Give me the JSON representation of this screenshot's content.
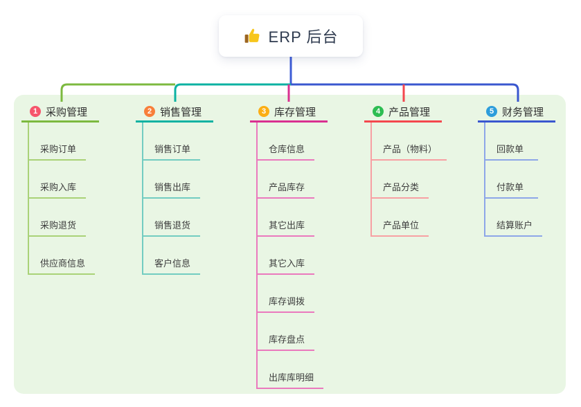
{
  "root": {
    "label": "ERP 后台",
    "icon": "thumbs-up"
  },
  "branches": [
    {
      "number": "1",
      "label": "采购管理",
      "badge_color": "#f6556b",
      "line_color": "#7cb93f",
      "child_line_color": "#a9d277",
      "children": [
        "采购订单",
        "采购入库",
        "采购退货",
        "供应商信息"
      ]
    },
    {
      "number": "2",
      "label": "销售管理",
      "badge_color": "#f87f3a",
      "line_color": "#0cb2a2",
      "child_line_color": "#72ccc1",
      "children": [
        "销售订单",
        "销售出库",
        "销售退货",
        "客户信息"
      ]
    },
    {
      "number": "3",
      "label": "库存管理",
      "badge_color": "#fcae14",
      "line_color": "#d93090",
      "child_line_color": "#ea79bd",
      "children": [
        "仓库信息",
        "产品库存",
        "其它出库",
        "其它入库",
        "库存调拨",
        "库存盘点",
        "出库库明细"
      ]
    },
    {
      "number": "4",
      "label": "产品管理",
      "badge_color": "#2dbd52",
      "line_color": "#f4474e",
      "child_line_color": "#f7a0a3",
      "children": [
        "产品（物料）",
        "产品分类",
        "产品单位"
      ]
    },
    {
      "number": "5",
      "label": "财务管理",
      "badge_color": "#2d9ddb",
      "line_color": "#3a57cf",
      "child_line_color": "#8da6e8",
      "children": [
        "回款单",
        "付款单",
        "结算账户"
      ]
    }
  ],
  "colors": {
    "page_bg": "#ffffff",
    "panel_bg": "#e9f6e4",
    "root_line": "#3d5cd6",
    "thumb_yellow": "#f7c61c",
    "thumb_cuff": "#9c6520"
  }
}
